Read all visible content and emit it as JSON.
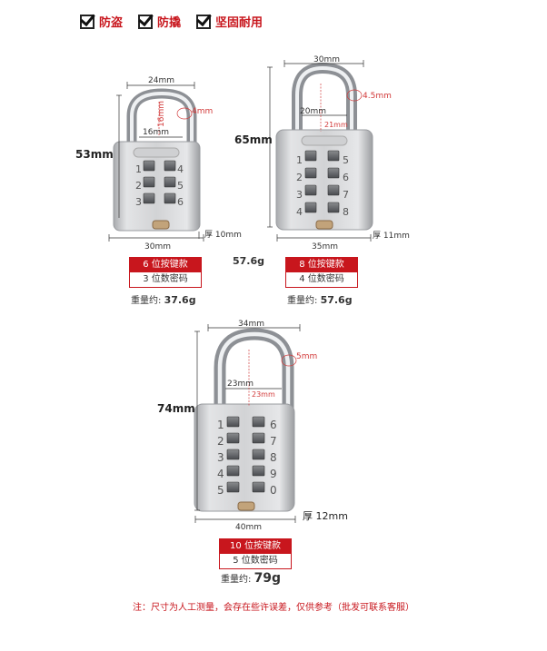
{
  "features": [
    {
      "label": "防盗",
      "icon": "checkbox-icon"
    },
    {
      "label": "防撬",
      "icon": "checkbox-icon"
    },
    {
      "label": "坚固耐用",
      "icon": "checkbox-icon"
    }
  ],
  "colors": {
    "accent": "#c8161d"
  },
  "lock6": {
    "shackle_width": "24mm",
    "shackle_thickness": "4mm",
    "inner_height": "16mm",
    "inner_width": "16mm",
    "height": "53mm",
    "body_width": "30mm",
    "depth_prefix": "厚",
    "depth": "10mm",
    "button_numbers_left": [
      "1",
      "2",
      "3"
    ],
    "button_numbers_right": [
      "4",
      "5",
      "6"
    ],
    "model": "6 位按键款",
    "code": "3 位数密码",
    "weight_label": "重量约:",
    "weight": "37.6g",
    "weight_side": "57.6g"
  },
  "lock8": {
    "shackle_width": "30mm",
    "shackle_thickness": "4.5mm",
    "inner_height": "20mm",
    "inner_width": "21mm",
    "height": "65mm",
    "body_width": "35mm",
    "depth_prefix": "厚",
    "depth": "11mm",
    "button_numbers_left": [
      "1",
      "2",
      "3",
      "4"
    ],
    "button_numbers_right": [
      "5",
      "6",
      "7",
      "8"
    ],
    "model": "8 位按键款",
    "code": "4 位数密码",
    "weight_label": "重量约:",
    "weight": "57.6g"
  },
  "lock10": {
    "shackle_width": "34mm",
    "shackle_thickness": "5mm",
    "inner_height": "23mm",
    "inner_width": "23mm",
    "height": "74mm",
    "body_width": "40mm",
    "depth_prefix": "厚",
    "depth": "12mm",
    "button_numbers_left": [
      "1",
      "2",
      "3",
      "4",
      "5"
    ],
    "button_numbers_right": [
      "6",
      "7",
      "8",
      "9",
      "0"
    ],
    "model": "10 位按键款",
    "code": "5 位数密码",
    "weight_label": "重量约:",
    "weight": "79g"
  },
  "note": "注：尺寸为人工测量，会存在些许误差，仅供参考（批发可联系客服）"
}
